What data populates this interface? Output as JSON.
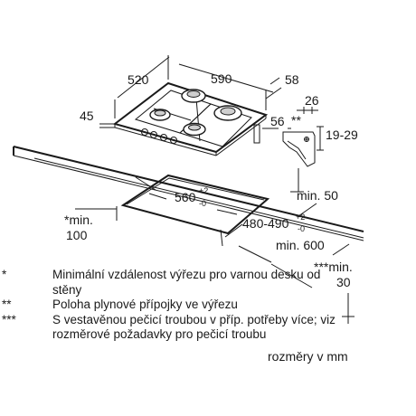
{
  "dimensions": {
    "width_520": "520",
    "width_590": "590",
    "depth_58": "58",
    "height_45": "45",
    "offset_26": "26",
    "offset_56": "56",
    "thickness_range": "19-29",
    "cutout_width_base": "560",
    "cutout_width_tol_plus": "+2",
    "cutout_width_tol_minus": "-0",
    "cutout_depth_base": "480-490",
    "cutout_depth_tol_plus": "+2",
    "cutout_depth_tol_minus": "-0",
    "min_50": "min. 50",
    "min_600": "min. 600",
    "min_100_line1": "*min.",
    "min_100_line2": "100",
    "min_30_line1": "***min.",
    "min_30_line2": "30",
    "connection_mark": "**"
  },
  "notes": [
    {
      "mark": "*",
      "text": "Minimální vzdálenost výřezu pro varnou desku od stěny"
    },
    {
      "mark": "**",
      "text": "Poloha plynové přípojky ve výřezu"
    },
    {
      "mark": "***",
      "text": "S vestavěnou pečicí troubou v příp. potřeby více; viz rozměrové požadavky pro pečicí troubu"
    }
  ],
  "units": "rozměry v mm"
}
